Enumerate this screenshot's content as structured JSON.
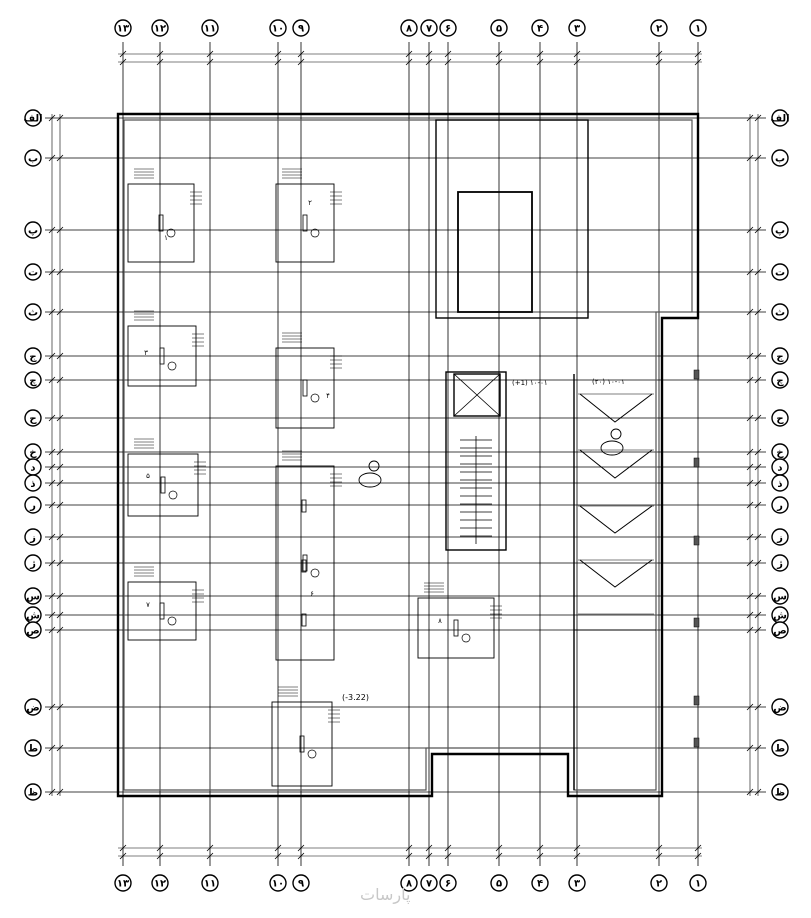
{
  "drawing": {
    "level_label": "(-3.22)",
    "stair_label": "(+1) ٠١-١٠",
    "ramp_label": "(۲۰) ٠١-١٠",
    "watermark": "پارسات",
    "vertical_axes": [
      "۱۳",
      "۱۲",
      "۱۱",
      "۱۰",
      "۹",
      "۸",
      "۷",
      "۶",
      "۵",
      "۴",
      "۳",
      "۲",
      "۱"
    ],
    "horizontal_axes": [
      "الف",
      "ب",
      "پ",
      "ت",
      "ث",
      "ج",
      "چ",
      "ح",
      "خ",
      "د",
      "ذ",
      "ر",
      "ز",
      "ژ",
      "س",
      "ش",
      "ص",
      "ض",
      "ط",
      "ظ"
    ],
    "footing_markers": [
      "۱",
      "۲",
      "۳",
      "۴",
      "۵",
      "۶",
      "۷",
      "۸"
    ],
    "colors": {
      "line": "#000000",
      "wall": "#555555",
      "background": "#ffffff",
      "watermark": "#c8c8c8"
    }
  }
}
